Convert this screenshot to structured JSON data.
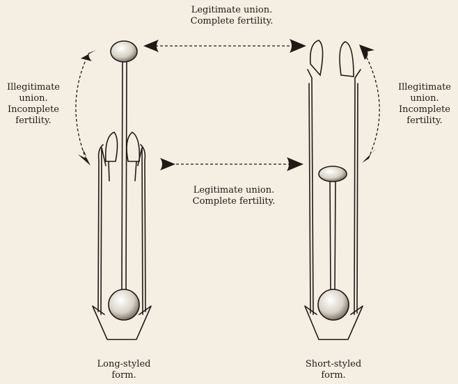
{
  "labels": {
    "top_union": [
      "Legitimate union.",
      "Complete fertility."
    ],
    "middle_union": [
      "Legitimate union.",
      "Complete fertility."
    ],
    "left_union": [
      "Illegitimate",
      "union.",
      "Incomplete",
      "fertility."
    ],
    "right_union": [
      "Illegitimate",
      "union.",
      "Incomplete",
      "fertility."
    ],
    "long_form": [
      "Long-styled",
      "form."
    ],
    "short_form": [
      "Short-styled",
      "form."
    ]
  },
  "colors": {
    "paper": "#f4eee3",
    "ink": "#1f1a14"
  }
}
